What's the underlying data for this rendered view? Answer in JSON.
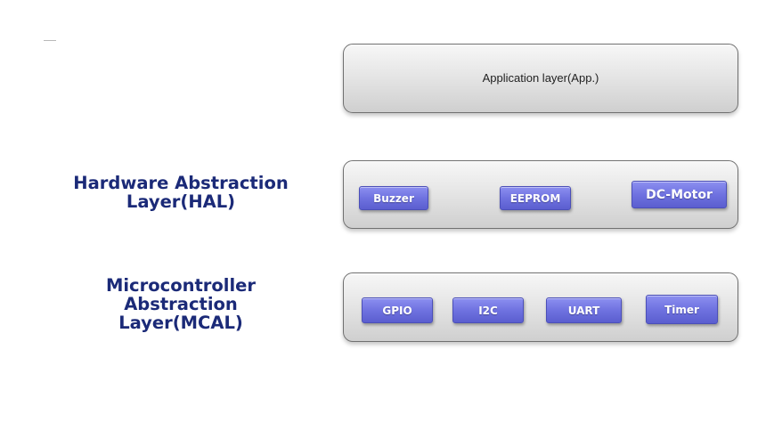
{
  "layers": {
    "application": {
      "label": "Application layer(App.)"
    },
    "hal": {
      "side_label": "Hardware Abstraction\nLayer(HAL)",
      "modules": [
        "Buzzer",
        "EEPROM",
        "DC-Motor"
      ]
    },
    "mcal": {
      "side_label": "Microcontroller\nAbstraction\nLayer(MCAL)",
      "modules": [
        "GPIO",
        "I2C",
        "UART",
        "Timer"
      ]
    }
  },
  "colors": {
    "side_label_text": "#1b2a78",
    "module_fill": "#6f72e0",
    "layer_fill": "#e6e6e6"
  }
}
